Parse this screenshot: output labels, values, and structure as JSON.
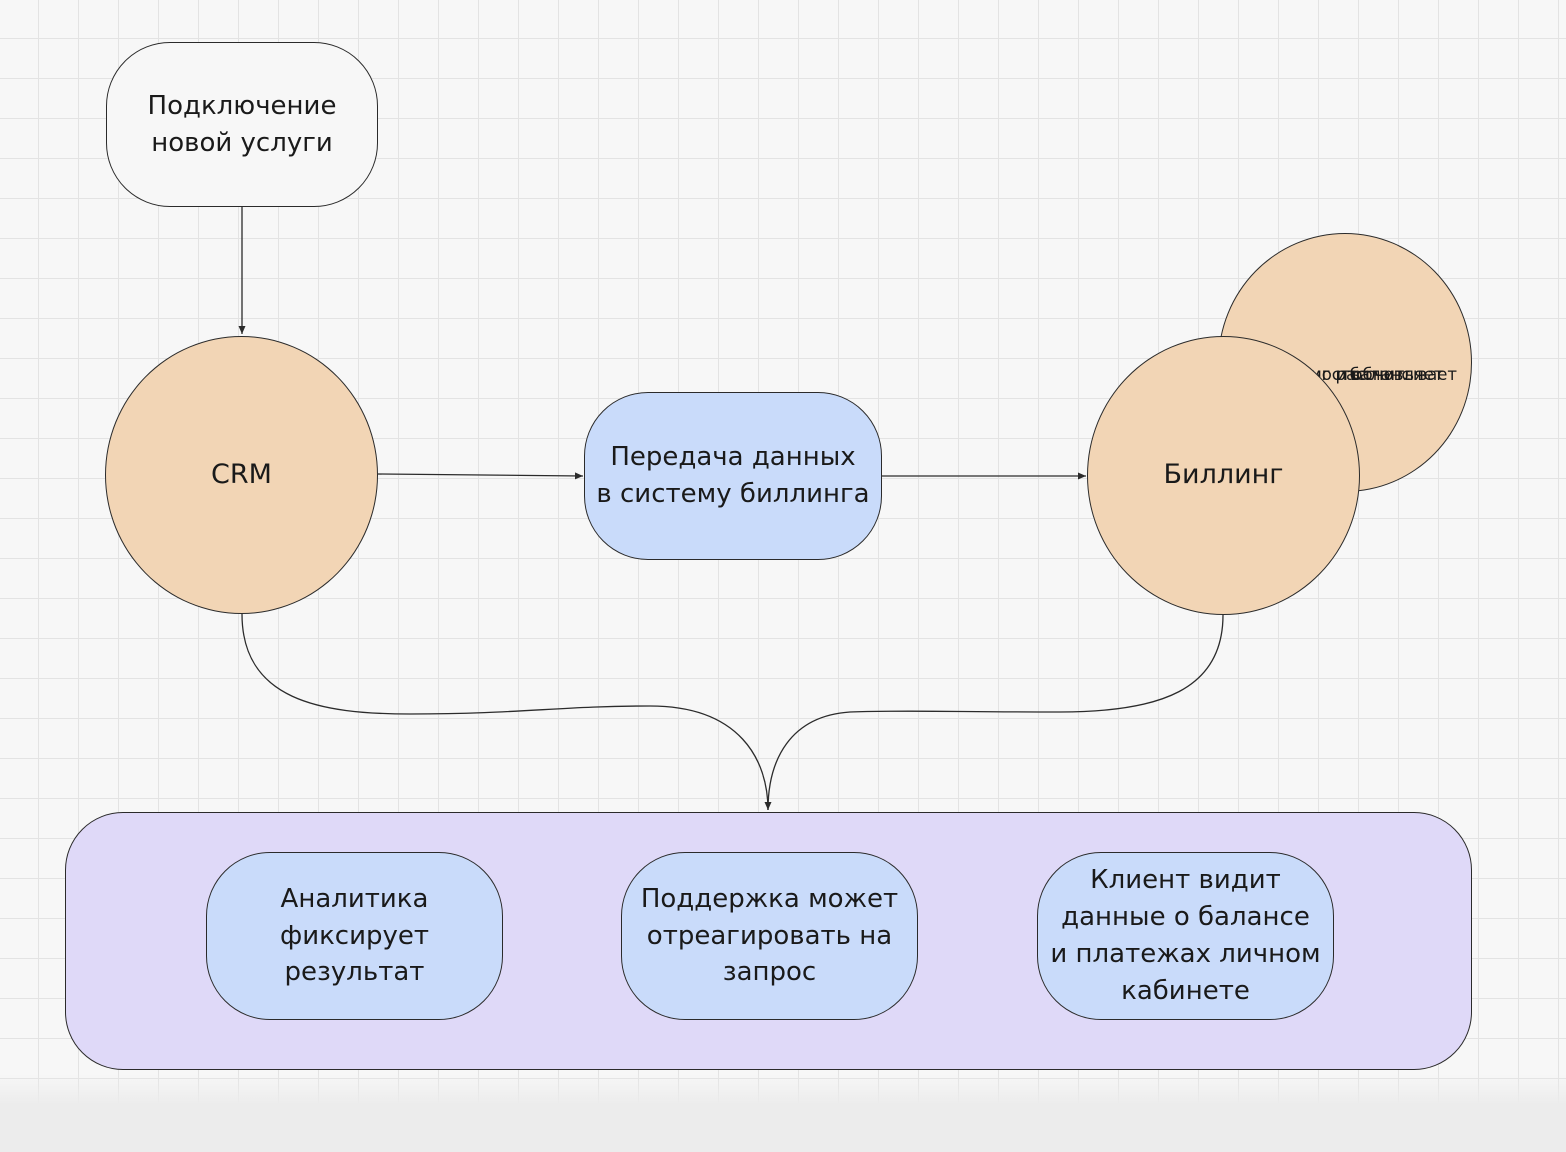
{
  "colors": {
    "peach": "#f2d5b5",
    "blue": "#c9dbfa",
    "lavender": "#dfd9f8",
    "stroke": "#2b2b2b"
  },
  "nodes": {
    "start": "Подключение\nновой услуги",
    "crm": "CRM",
    "transfer": "Передача данных\nв систему биллинга",
    "billing": "Биллинг",
    "billing_note": {
      "line1": "Биллинг рассчитывает",
      "line2": "стоимость",
      "line3": "и обновляет",
      "line4": "баланс"
    }
  },
  "outcomes": {
    "analytics": "Аналитика\nфиксирует\nрезультат",
    "support": "Поддержка может\nотреагировать на\nзапрос",
    "client": "Клиент видит\nданные о балансе\nи платежах личном\nкабинете"
  }
}
